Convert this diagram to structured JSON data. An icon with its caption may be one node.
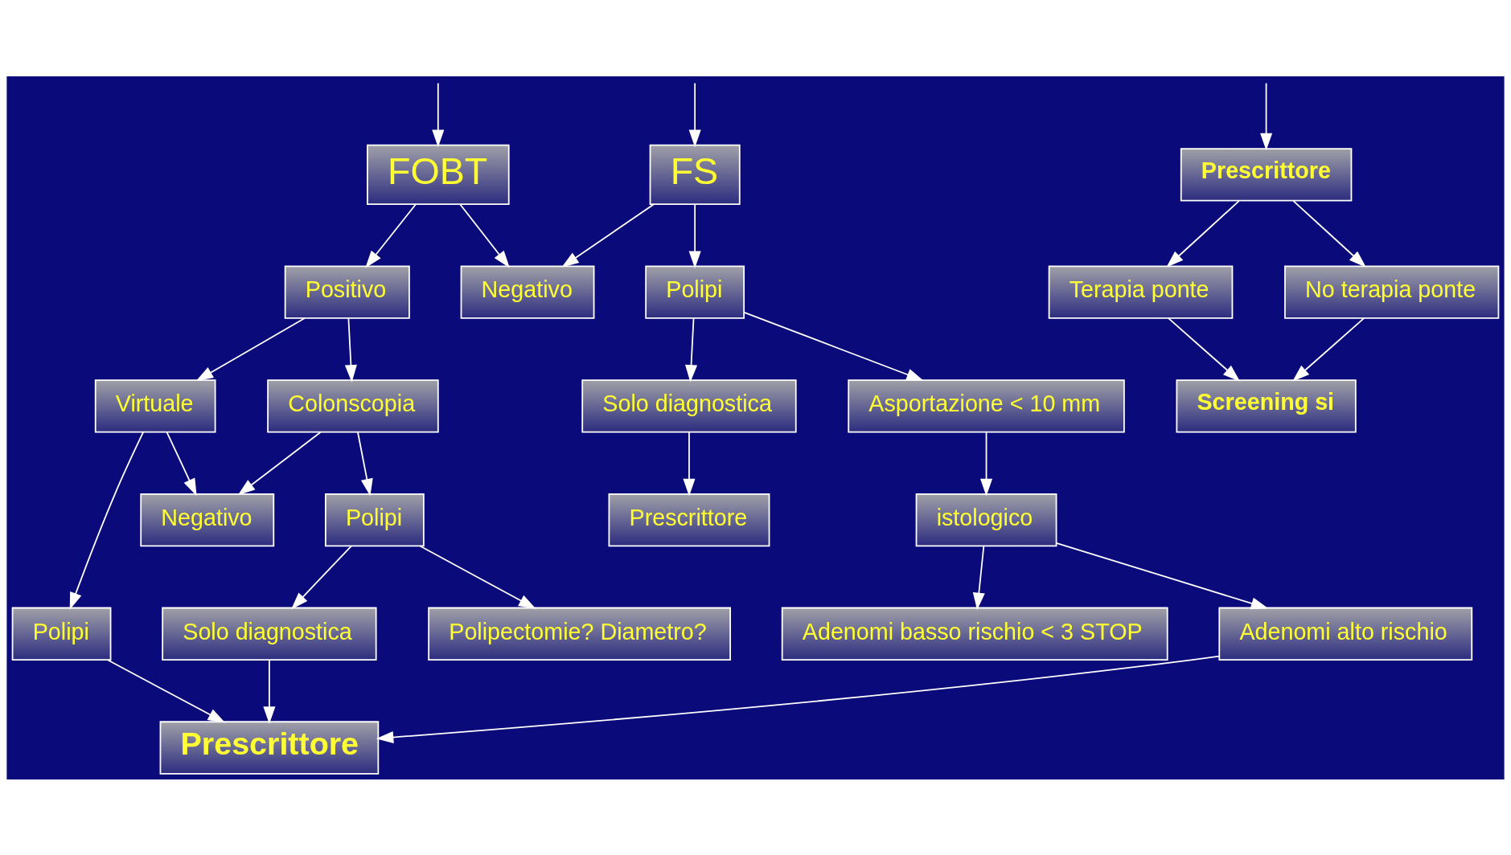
{
  "diagram": {
    "nodes": [
      {
        "text": [
          "FS"
        ]
      },
      {
        "text": [
          "Negativo"
        ]
      },
      {
        "text": [
          "FOBT"
        ]
      },
      {
        "text": [
          "Prescrittore"
        ]
      },
      {
        "text": [
          "Polipi"
        ]
      },
      {
        "text": [
          "Positivo"
        ]
      },
      {
        "text": [
          "Solo diagnostica"
        ]
      },
      {
        "text": [
          "Asportazione < 10 mm"
        ]
      },
      {
        "text": [
          "Prescrittore"
        ]
      },
      {
        "text": [
          "Virtuale"
        ]
      },
      {
        "text": [
          "Colonscopia"
        ]
      },
      {
        "text": [
          "Terapia ponte"
        ]
      },
      {
        "text": [
          "No terapia ponte"
        ]
      },
      {
        "text": [
          "istologico"
        ]
      },
      {
        "text": [
          "Screening si"
        ]
      },
      {
        "text": [
          "Polipi"
        ]
      },
      {
        "text": [
          "Negativo"
        ]
      },
      {
        "text": [
          "Polipi"
        ]
      },
      {
        "text": [
          "Adenomi basso rischio < 3 STOP"
        ]
      },
      {
        "text": [
          "Adenomi alto rischio"
        ]
      },
      {
        "text": [
          "Solo diagnostica"
        ]
      },
      {
        "text": [
          "Prescrittore"
        ]
      },
      {
        "text": [
          "Polipectomie? Diametro?"
        ]
      }
    ],
    "edges": [
      {
        "from": null,
        "to": 3,
        "arrow": "to"
      },
      {
        "from": null,
        "to": 0,
        "arrow": "to"
      },
      {
        "from": null,
        "to": 2,
        "arrow": "to"
      },
      {
        "from": 0,
        "to": 4,
        "arrow": "to"
      },
      {
        "from": 0,
        "to": 1,
        "arrow": "to"
      },
      {
        "from": 2,
        "to": 1,
        "arrow": "to"
      },
      {
        "from": 2,
        "to": 5,
        "arrow": "to"
      },
      {
        "from": 4,
        "to": 7,
        "arrow": "to"
      },
      {
        "from": 4,
        "to": 6,
        "arrow": "to"
      },
      {
        "from": 6,
        "to": 8,
        "arrow": "to"
      },
      {
        "from": 5,
        "to": 9,
        "arrow": "to"
      },
      {
        "from": 5,
        "to": 10,
        "arrow": "to"
      },
      {
        "from": 3,
        "to": 11,
        "arrow": "to"
      },
      {
        "from": 3,
        "to": 12,
        "arrow": "to"
      },
      {
        "from": 7,
        "to": 13,
        "arrow": "to"
      },
      {
        "from": 11,
        "to": 14,
        "arrow": "to"
      },
      {
        "from": 12,
        "to": 14,
        "arrow": "to"
      },
      {
        "from": 13,
        "to": 18,
        "arrow": "to"
      },
      {
        "from": 13,
        "to": 19,
        "arrow": "to"
      },
      {
        "from": 9,
        "to": 15,
        "arrow": "to"
      },
      {
        "from": 9,
        "to": 16,
        "arrow": "to"
      },
      {
        "from": 10,
        "to": 16,
        "arrow": "to"
      },
      {
        "from": 10,
        "to": 17,
        "arrow": "to"
      },
      {
        "from": 17,
        "to": 20,
        "arrow": "to"
      },
      {
        "from": 17,
        "to": 22,
        "arrow": "to"
      },
      {
        "from": 15,
        "to": 21,
        "arrow": "to"
      },
      {
        "from": 19,
        "to": 21,
        "arrow": "to"
      },
      {
        "from": 20,
        "to": 21,
        "arrow": "to"
      }
    ]
  }
}
